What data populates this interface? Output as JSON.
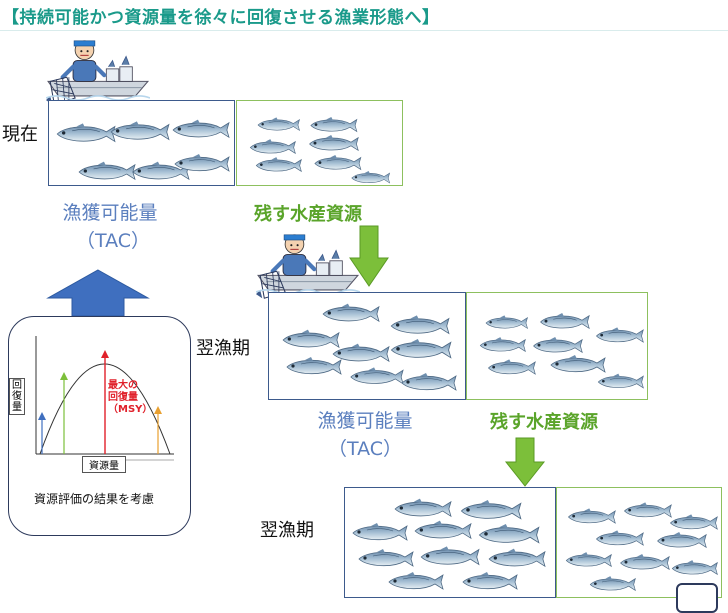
{
  "title": "【持続可能かつ資源量を徐々に回復させる漁業形態へ】",
  "rows": {
    "current": "現在",
    "next1": "翌漁期",
    "next2": "翌漁期"
  },
  "captions": {
    "tac_top_line1": "漁獲可能量",
    "tac_top_line2": "（TAC）",
    "remain_top": "残す水産資源",
    "tac_mid_line1": "漁獲可能量",
    "tac_mid_line2": "（TAC）",
    "remain_mid": "残す水産資源"
  },
  "evaluation": {
    "y_axis": "回復量",
    "x_axis": "資源量",
    "msy_line1": "最大の",
    "msy_line2": "回復量",
    "msy_line3": "（MSY）",
    "caption": "資源評価の結果を考慮"
  },
  "colors": {
    "title": "#1a9a8a",
    "tac_box": "#3d5a8c",
    "remain_box": "#8dc05e",
    "down_arrow": "#7cbf3a",
    "up_arrow": "#3f6fbf",
    "msy": "#e0202a"
  },
  "icons": [
    "fisherman-boat-icon",
    "fish-icon",
    "down-arrow-icon",
    "up-arrow-icon"
  ]
}
